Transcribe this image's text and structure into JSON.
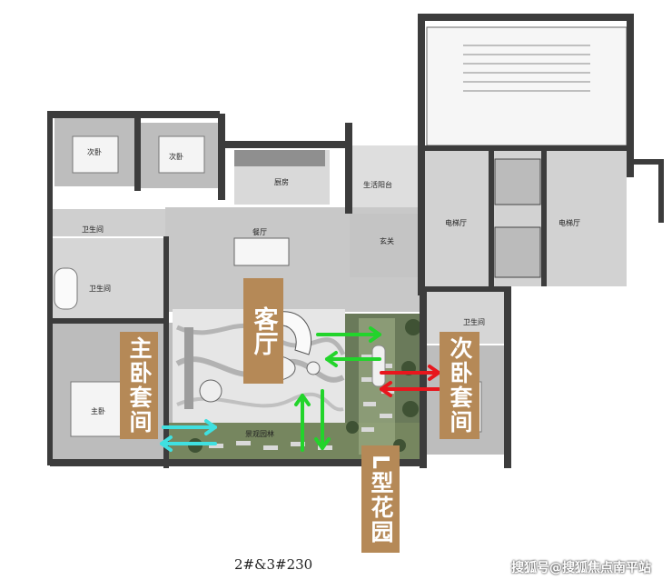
{
  "rooms": {
    "bedroom_a": "次卧",
    "bedroom_b": "次卧",
    "kitchen": "厨房",
    "dining": "餐厅",
    "balcony": "生活阳台",
    "foyer": "玄关",
    "lift_hall_left": "电梯厅",
    "lift_hall_right": "电梯厅",
    "bath_a": "卫生间",
    "bath_b": "卫生间",
    "bath_c": "卫生间",
    "master": "主卧",
    "garden_path": "景观园林"
  },
  "labels": {
    "living": "客厅",
    "master_suite": "主卧套间",
    "second_suite": "次卧套间",
    "garden": "L型花园"
  },
  "caption": "2#&3#230",
  "watermark": "搜狐号@搜狐焦点南平站",
  "colors": {
    "tag": "#b58957",
    "arrow_green": "#22d42b",
    "arrow_red": "#e8161d",
    "arrow_cyan": "#3fe0e0",
    "wall": "#3c3c3c",
    "floor": "#c9c9c9"
  }
}
